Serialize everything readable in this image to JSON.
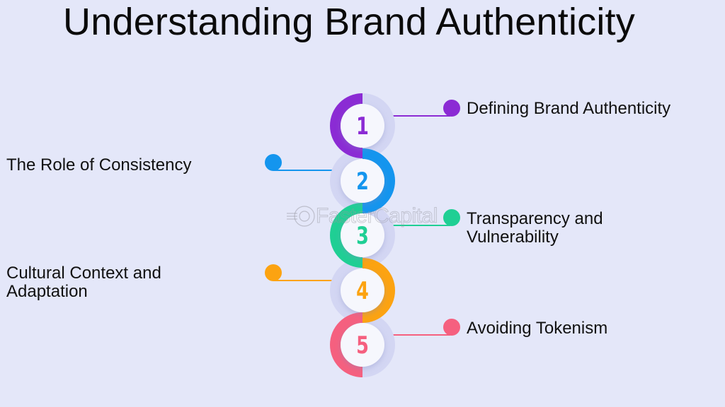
{
  "title": "Understanding Brand Authenticity",
  "watermark": "FasterCapital",
  "colors": {
    "background": "#e4e7f9",
    "ring_shadow": "#d3d6f3",
    "step1": "#8b2bd4",
    "step2": "#1495ee",
    "step3": "#1fcf94",
    "step4": "#fca311",
    "step5": "#f5607f"
  },
  "steps": [
    {
      "number": "1",
      "label": "Defining Brand Authenticity",
      "side": "right",
      "color": "#8b2bd4"
    },
    {
      "number": "2",
      "label": "The Role of Consistency",
      "side": "left",
      "color": "#1495ee"
    },
    {
      "number": "3",
      "label": "Transparency and Vulnerability",
      "label_line1": "Transparency and",
      "label_line2": "Vulnerability",
      "side": "right",
      "color": "#1fcf94"
    },
    {
      "number": "4",
      "label": "Cultural Context and Adaptation",
      "label_line1": "Cultural Context and",
      "label_line2": "Adaptation",
      "side": "left",
      "color": "#fca311"
    },
    {
      "number": "5",
      "label": "Avoiding Tokenism",
      "side": "right",
      "color": "#f5607f"
    }
  ]
}
